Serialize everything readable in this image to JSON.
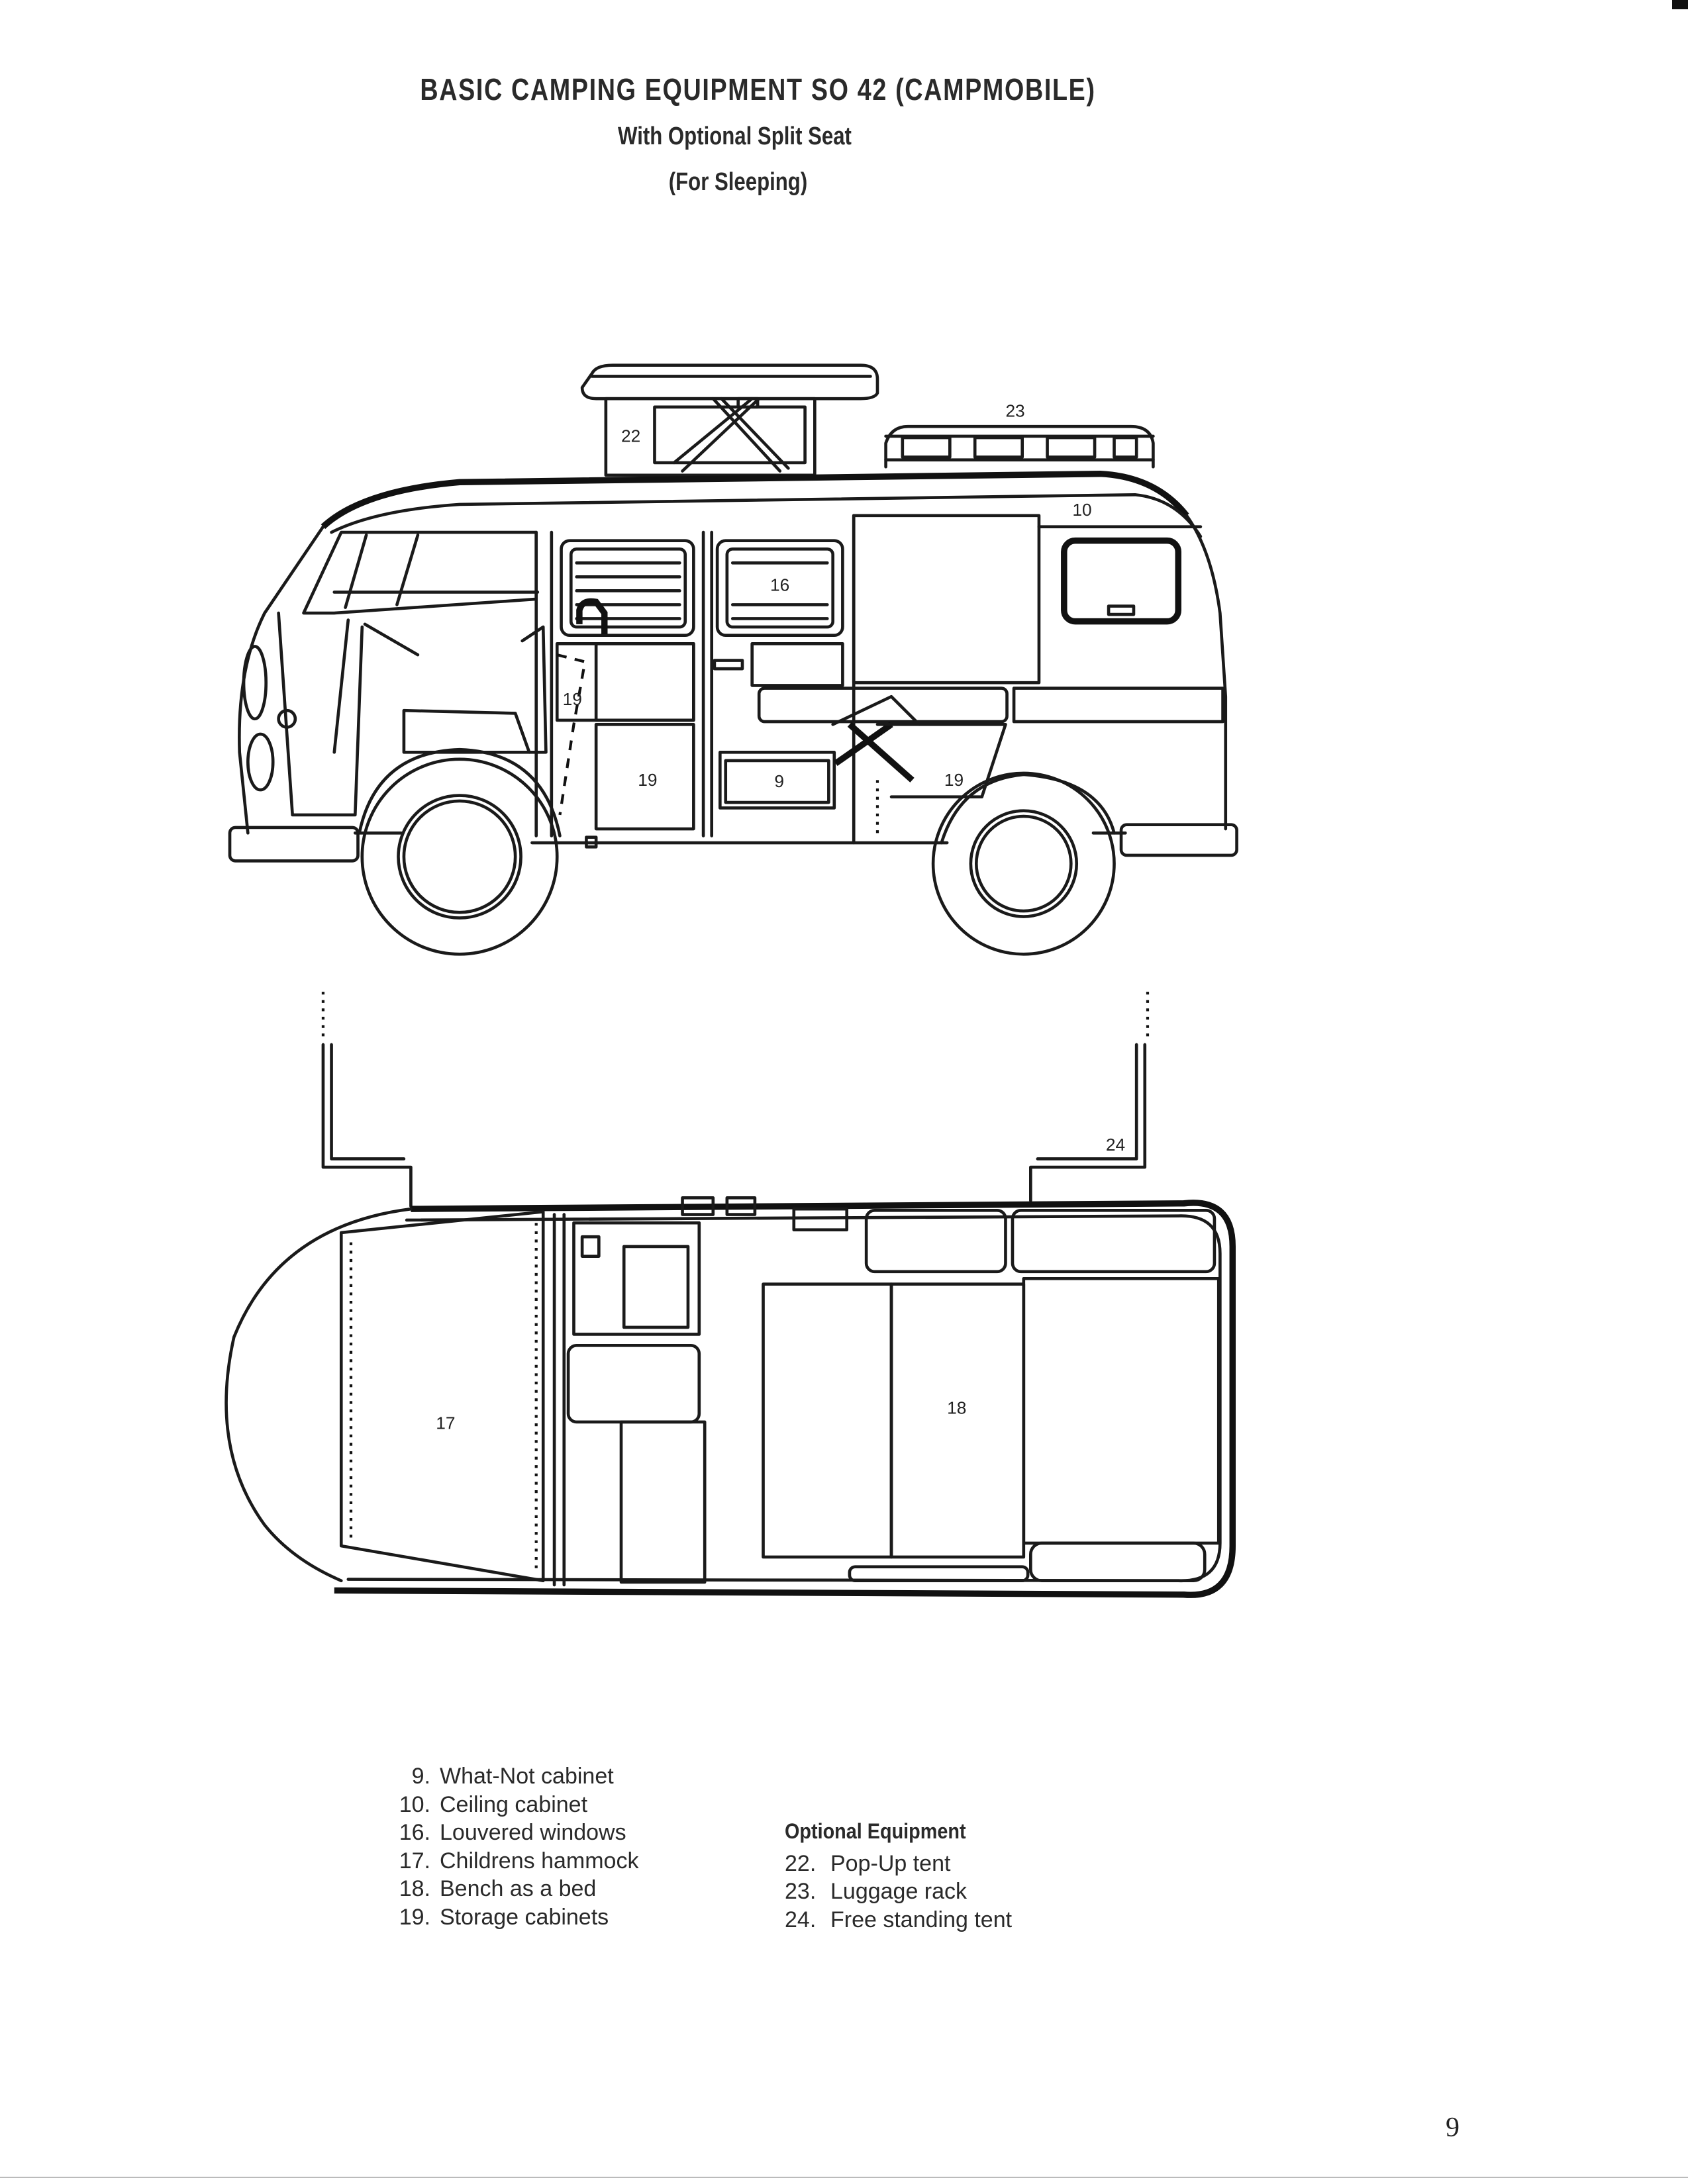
{
  "header": {
    "title": "BASIC CAMPING EQUIPMENT SO 42 (CAMPMOBILE)",
    "subtitle": "With Optional Split Seat",
    "subtitle2": "(For Sleeping)"
  },
  "diagram_labels": {
    "side": {
      "popup_tent": "22",
      "luggage_rack": "23",
      "ceiling_cabinet": "10",
      "louvered_window": "16",
      "storage_upper": "19",
      "storage_lower": "19",
      "whatnot": "9",
      "storage_rear": "19"
    },
    "plan": {
      "hammock": "17",
      "bench": "18",
      "tent": "24"
    }
  },
  "legend": {
    "standard": [
      {
        "num": "9.",
        "label": "What-Not cabinet"
      },
      {
        "num": "10.",
        "label": "Ceiling cabinet"
      },
      {
        "num": "16.",
        "label": "Louvered windows"
      },
      {
        "num": "17.",
        "label": "Childrens hammock"
      },
      {
        "num": "18.",
        "label": "Bench as a bed"
      },
      {
        "num": "19.",
        "label": "Storage cabinets"
      }
    ],
    "optional_heading": "Optional Equipment",
    "optional": [
      {
        "num": "22.",
        "label": "Pop-Up tent"
      },
      {
        "num": "23.",
        "label": "Luggage rack"
      },
      {
        "num": "24.",
        "label": "Free standing tent"
      }
    ]
  },
  "page_number": "9"
}
